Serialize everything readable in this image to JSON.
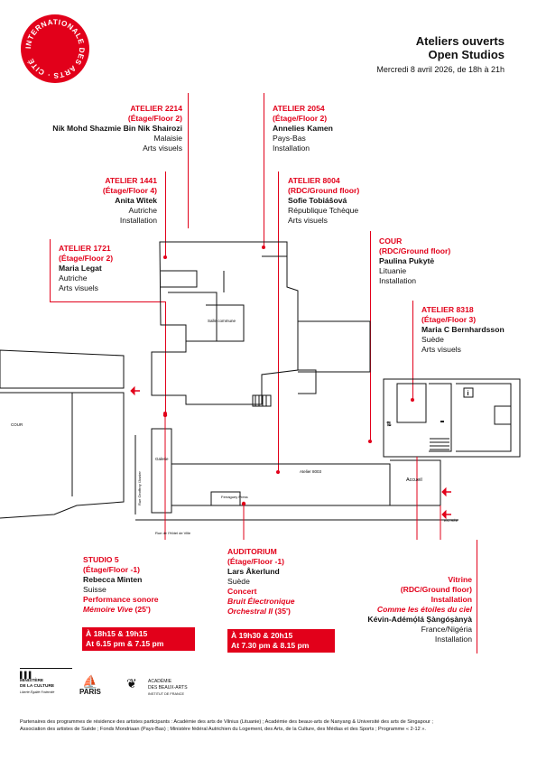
{
  "header": {
    "title_line1": "Ateliers ouverts",
    "title_line2": "Open Studios",
    "date": "Mercredi 8 avril 2026, de 18h à 21h",
    "logo_text": "CITÉ INTERNATIONALE DES ARTS"
  },
  "ateliers": {
    "a2214": {
      "room": "ATELIER 2214",
      "floor": "(Étage/Floor 2)",
      "name": "Nik Mohd Shazmie Bin Nik Shairozi",
      "country": "Malaisie",
      "discipline": "Arts visuels"
    },
    "a2054": {
      "room": "ATELIER 2054",
      "floor": "(Étage/Floor 2)",
      "name": "Annelies Kamen",
      "country": "Pays-Bas",
      "discipline": "Installation"
    },
    "a1441": {
      "room": "ATELIER 1441",
      "floor": "(Étage/Floor 4)",
      "name": "Anita Witek",
      "country": "Autriche",
      "discipline": "Installation"
    },
    "a8004": {
      "room": "ATELIER 8004",
      "floor": "(RDC/Ground floor)",
      "name": "Sofie Tobiášová",
      "country": "République Tchèque",
      "discipline": "Arts visuels"
    },
    "a1721": {
      "room": "ATELIER 1721",
      "floor": "(Étage/Floor 2)",
      "name": "Maria Legat",
      "country": "Autriche",
      "discipline": "Arts visuels"
    },
    "cour": {
      "room": "COUR",
      "floor": "(RDC/Ground floor)",
      "name": "Paulina Pukytė",
      "country": "Lituanie",
      "discipline": "Installation"
    },
    "a8318": {
      "room": "ATELIER 8318",
      "floor": "(Étage/Floor 3)",
      "name": "Maria C Bernhardsson",
      "country": "Suède",
      "discipline": "Arts visuels"
    }
  },
  "studio5": {
    "room": "STUDIO 5",
    "floor": "(Étage/Floor -1)",
    "name": "Rebecca Minten",
    "country": "Suisse",
    "event": "Performance sonore",
    "work": "Mémoire Vive",
    "duration": "(25')",
    "times_fr": "À 18h15 & 19h15",
    "times_en": "At 6.15 pm & 7.15 pm"
  },
  "auditorium": {
    "room": "AUDITORIUM",
    "floor": "(Étage/Floor -1)",
    "name": "Lars Åkerlund",
    "country": "Suède",
    "event": "Concert",
    "work_line1": "Bruit Électronique",
    "work_line2": "Orchestral II",
    "duration": "(35')",
    "times_fr": "À 19h30 & 20h15",
    "times_en": "At 7.30 pm & 8.15 pm"
  },
  "vitrine": {
    "room": "Vitrine",
    "floor": "(RDC/Ground floor)",
    "discipline": "Installation",
    "work": "Comme les étoiles du ciel",
    "name": "Kévin-Adémọ́lá Ṣàngóṣànyà",
    "country": "France/Nigéria",
    "discipline2": "Installation"
  },
  "map": {
    "cour": "COUR",
    "salle": "Salle commune",
    "galerie": "Galerie",
    "atelier8003": "Atelier 8003",
    "ferraguey": "Ferraguey Press",
    "accueil": "Accueil",
    "entree": "ENTRÉE",
    "rue_geoffroy": "Rue Geoffroy l'Asnier",
    "rue_hotel": "Rue de l'Hôtel de Ville",
    "info": "i"
  },
  "footer": {
    "ministere_line1": "MINISTÈRE",
    "ministere_line2": "DE LA CULTURE",
    "ministere_motto": "Liberté Égalité Fraternité",
    "paris": "PARIS",
    "academie_line1": "ACADÉMIE",
    "academie_line2": "DES BEAUX-ARTS",
    "academie_line3": "INSTITUT DE FRANCE",
    "partners_line1": "Partenaires des programmes de résidence des artistes participants : Académie des arts de Vilnius (Lituanie) ; Académie des beaux-arts de Nanyang & Université des arts de Singapour ;",
    "partners_line2": "Association des artistes de Suède ; Fonds Mondriaan (Pays-Bas) ; Ministère fédéral Autrichien du Logement, des Arts, de la Culture, des Médias et des Sports ; Programme « 2-12 »."
  },
  "colors": {
    "accent": "#e2001a",
    "text": "#111111"
  }
}
